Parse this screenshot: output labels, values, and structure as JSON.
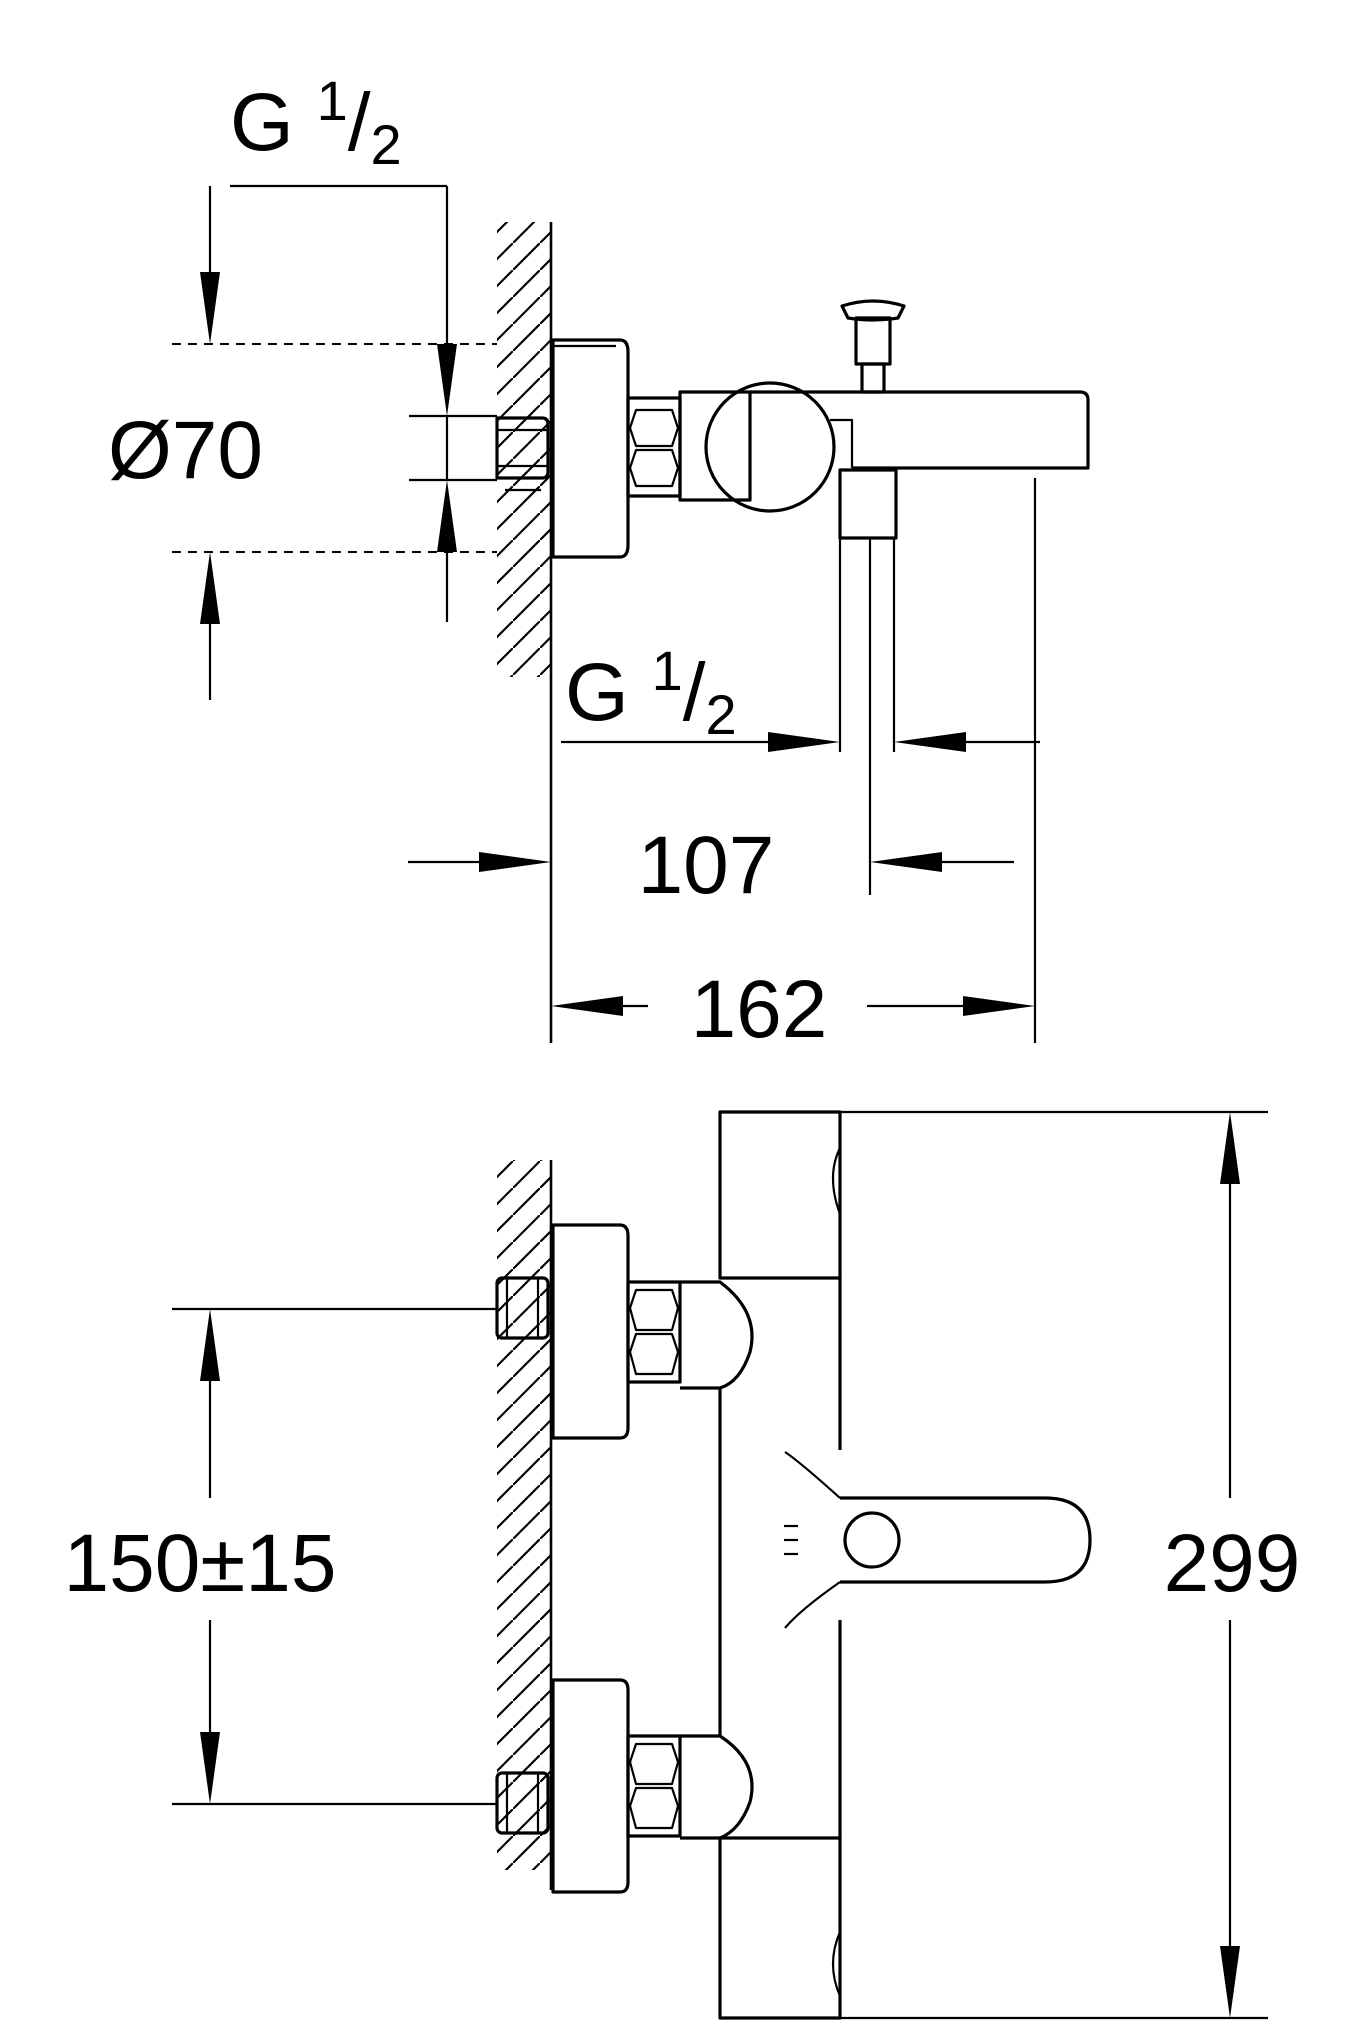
{
  "top_view": {
    "thread_top": {
      "main": "G ",
      "sup": "1",
      "slash": "/",
      "sub": "2"
    },
    "diameter": "Ø70",
    "thread_outlet": {
      "main": "G ",
      "sup": "1",
      "slash": "/",
      "sub": "2"
    },
    "dim_107": "107",
    "dim_162": "162"
  },
  "front_view": {
    "dim_center": "150±15",
    "dim_height": "299"
  }
}
